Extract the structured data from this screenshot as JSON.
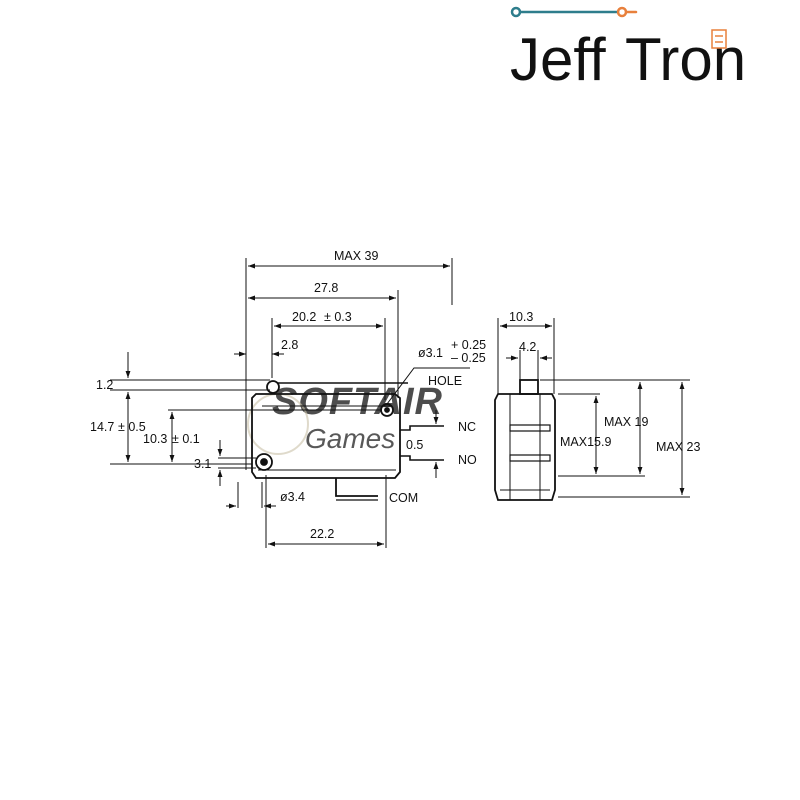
{
  "logo": {
    "text_left": "Jeff",
    "text_right": "Tron",
    "color_left": "#2e7d8c",
    "color_right": "#e8803c"
  },
  "watermark": {
    "line1": "SOFTAIR",
    "line2": "Games",
    "color": "#c9c2a8"
  },
  "dimensions": {
    "max39": "MAX 39",
    "d27_8": "27.8",
    "d20_2": "20.2",
    "d20_2_tol": "± 0.3",
    "d2_8": "2.8",
    "hole_dia": "ø3.1",
    "hole_tol_plus": "+ 0.25",
    "hole_tol_minus": "– 0.25",
    "d1_2": "1.2",
    "d14_7": "14.7",
    "d14_7_tol": "± 0.5",
    "d10_3": "10.3",
    "d10_3_tol": "± 0.1",
    "d3_1": "3.1",
    "d0_5": "0.5",
    "d3_4": "ø3.4",
    "d22_2": "22.2",
    "side_10_3": "10.3",
    "side_4_2": "4.2",
    "max19": "MAX 19",
    "max15_9": "MAX15.9",
    "max23": "MAX 23"
  },
  "labels": {
    "hole": "HOLE",
    "nc": "NC",
    "no": "NO",
    "com": "COM"
  }
}
